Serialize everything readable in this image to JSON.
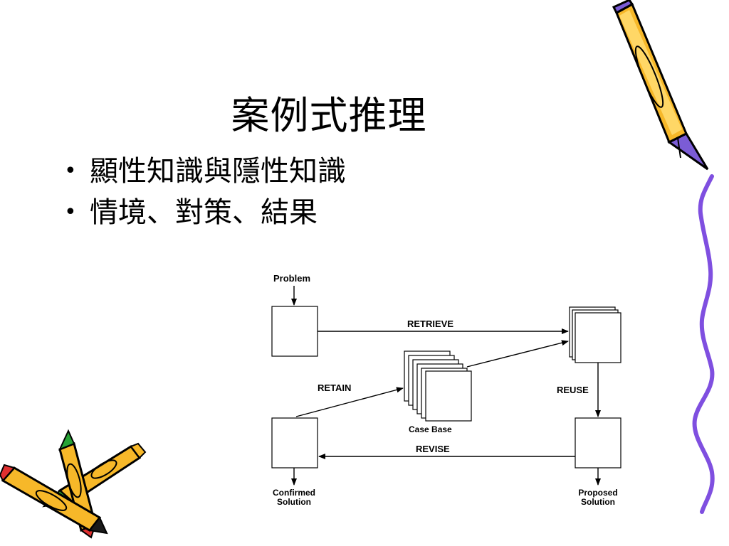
{
  "slide": {
    "title": "案例式推理",
    "bullets": [
      "顯性知識與隱性知識",
      "情境、對策、結果"
    ]
  },
  "diagram": {
    "input_label": "Problem",
    "retrieve_label": "RETRIEVE",
    "retain_label": "RETAIN",
    "reuse_label": "REUSE",
    "revise_label": "REVISE",
    "case_base_label": "Case Base",
    "confirmed_line1": "Confirmed",
    "confirmed_line2": "Solution",
    "proposed_line1": "Proposed",
    "proposed_line2": "Solution"
  },
  "decorations": {
    "top_right": "pencil-icon",
    "bottom_left": "crossed-pencils-icon",
    "right_edge": "wavy-line"
  },
  "colors": {
    "pencil_body": "#f7b829",
    "pencil_tip": "#7b5cd6",
    "wave": "#7f4fe0",
    "outline": "#000000",
    "pencil_red": "#e03030",
    "pencil_green": "#27a335"
  }
}
